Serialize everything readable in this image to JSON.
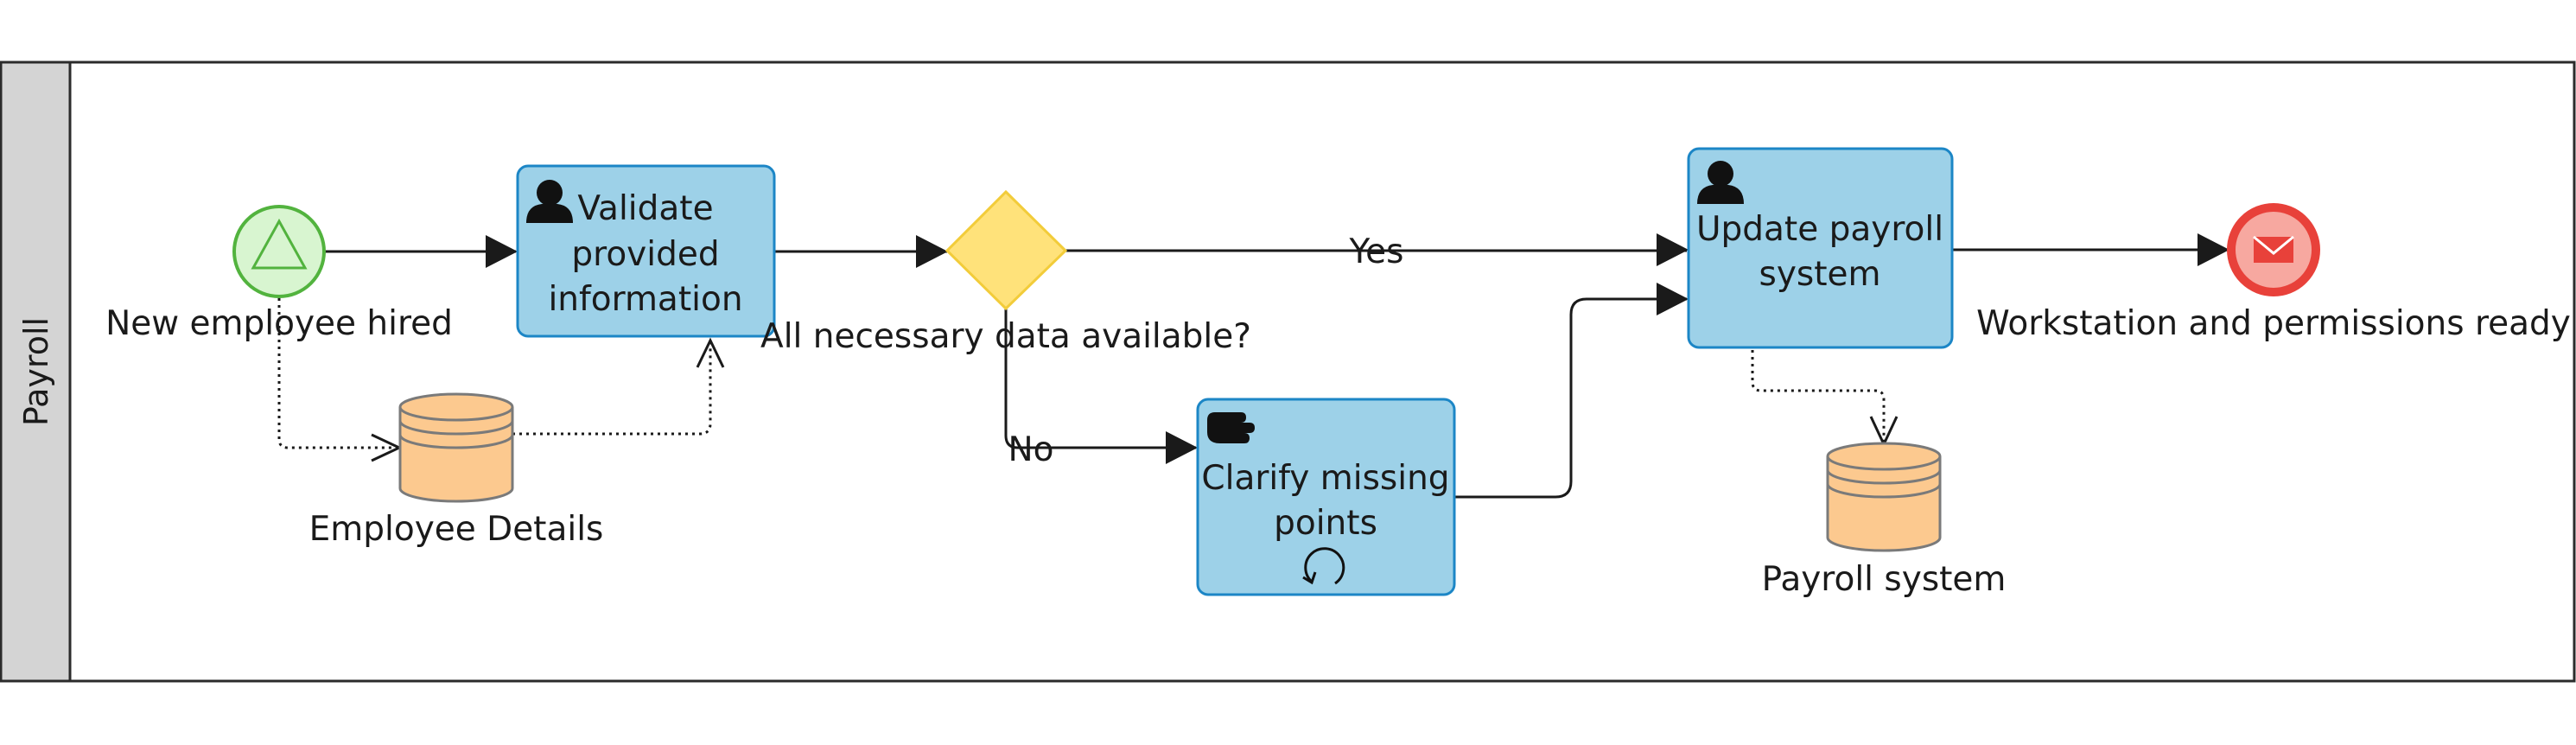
{
  "pool": {
    "label": "Payroll"
  },
  "events": {
    "start": {
      "label": "New employee hired",
      "kind": "start-signal"
    },
    "end": {
      "label": "Workstation and permissions ready",
      "kind": "end-message"
    }
  },
  "tasks": {
    "validate": {
      "lines": [
        "Validate",
        "provided",
        "information"
      ],
      "kind": "user-task"
    },
    "update": {
      "lines": [
        "Update payroll",
        "system"
      ],
      "kind": "user-task"
    },
    "clarify": {
      "lines": [
        "Clarify missing",
        "points"
      ],
      "kind": "manual-task",
      "marker": "loop"
    }
  },
  "gateway": {
    "label": "All necessary data available?"
  },
  "flows": {
    "yes": "Yes",
    "no": "No"
  },
  "data_stores": {
    "employee": {
      "label": "Employee Details"
    },
    "payroll": {
      "label": "Payroll system"
    }
  },
  "colors": {
    "task_fill": "#9dd1e8",
    "task_stroke": "#1c86c6",
    "gateway_fill": "#ffe27a",
    "gateway_stroke": "#f2cc3a",
    "start_fill": "#d8f5d0",
    "start_stroke": "#52b33e",
    "end_fill": "#f7a8a0",
    "end_stroke": "#e8413a",
    "store_fill": "#fcc98f",
    "store_stroke": "#7a7a7a",
    "pool_header": "#d4d4d4"
  }
}
